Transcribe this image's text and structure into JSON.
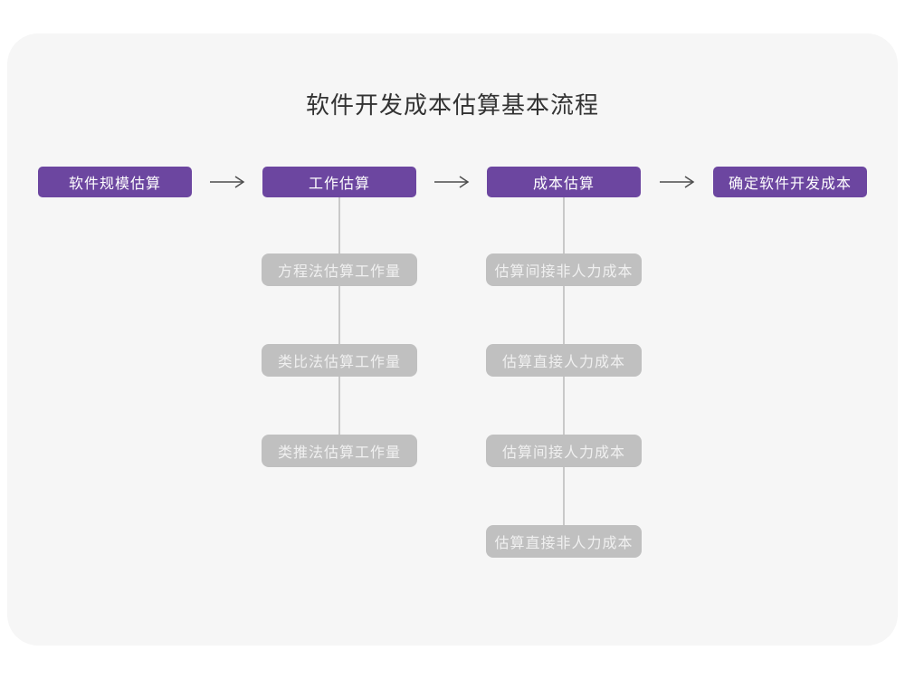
{
  "title": "软件开发成本估算基本流程",
  "main_steps": [
    "软件规模估算",
    "工作估算",
    "成本估算",
    "确定软件开发成本"
  ],
  "work_substeps": [
    "方程法估算工作量",
    "类比法估算工作量",
    "类推法估算工作量"
  ],
  "cost_substeps": [
    "估算间接非人力成本",
    "估算直接人力成本",
    "估算间接人力成本",
    "估算直接非人力成本"
  ],
  "colors": {
    "page_bg": "#ffffff",
    "card_bg": "#f6f6f6",
    "main_step_bg": "#6c46a0",
    "main_step_text": "#ffffff",
    "sub_step_bg": "#c0c0c0",
    "sub_step_text": "#f0f0f0",
    "connector_line": "#c9c9c9",
    "arrow": "#4d4d4d",
    "title_text": "#333333"
  }
}
